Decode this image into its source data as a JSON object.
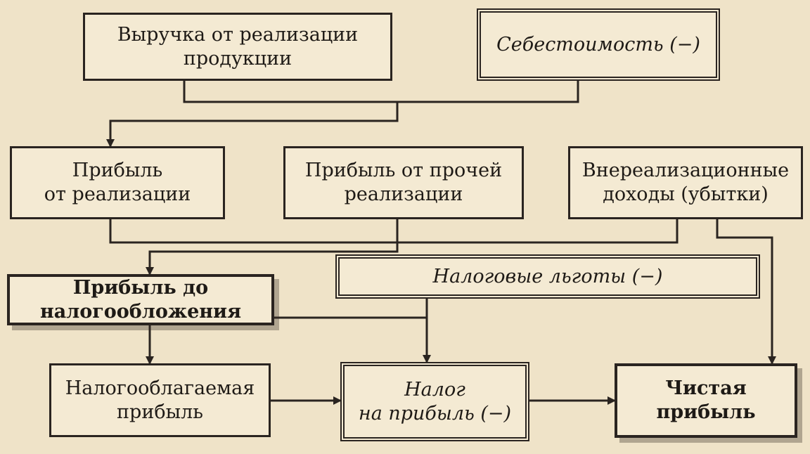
{
  "nodes": {
    "revenue": {
      "line1": "Выручка от реализации",
      "line2": "продукции"
    },
    "cost": {
      "line1": "Себестоимость (−)"
    },
    "sales_profit": {
      "line1": "Прибыль",
      "line2": "от реализации"
    },
    "other_profit": {
      "line1": "Прибыль от прочей",
      "line2": "реализации"
    },
    "non_operating": {
      "line1": "Внереализационные",
      "line2": "доходы (убытки)"
    },
    "tax_benefits": {
      "line1": "Налоговые льготы (−)"
    },
    "pretax_profit": {
      "line1": "Прибыль до",
      "line2": "налогообложения"
    },
    "taxable": {
      "line1": "Налогооблагаемая",
      "line2": "прибыль"
    },
    "income_tax": {
      "line1": "Налог",
      "line2": "на прибыль (−)"
    },
    "net_profit": {
      "line1": "Чистая",
      "line2": "прибыль"
    }
  },
  "colors": {
    "background": "#efe3c8",
    "box": "#f4ead3",
    "ink": "#2a2420"
  }
}
